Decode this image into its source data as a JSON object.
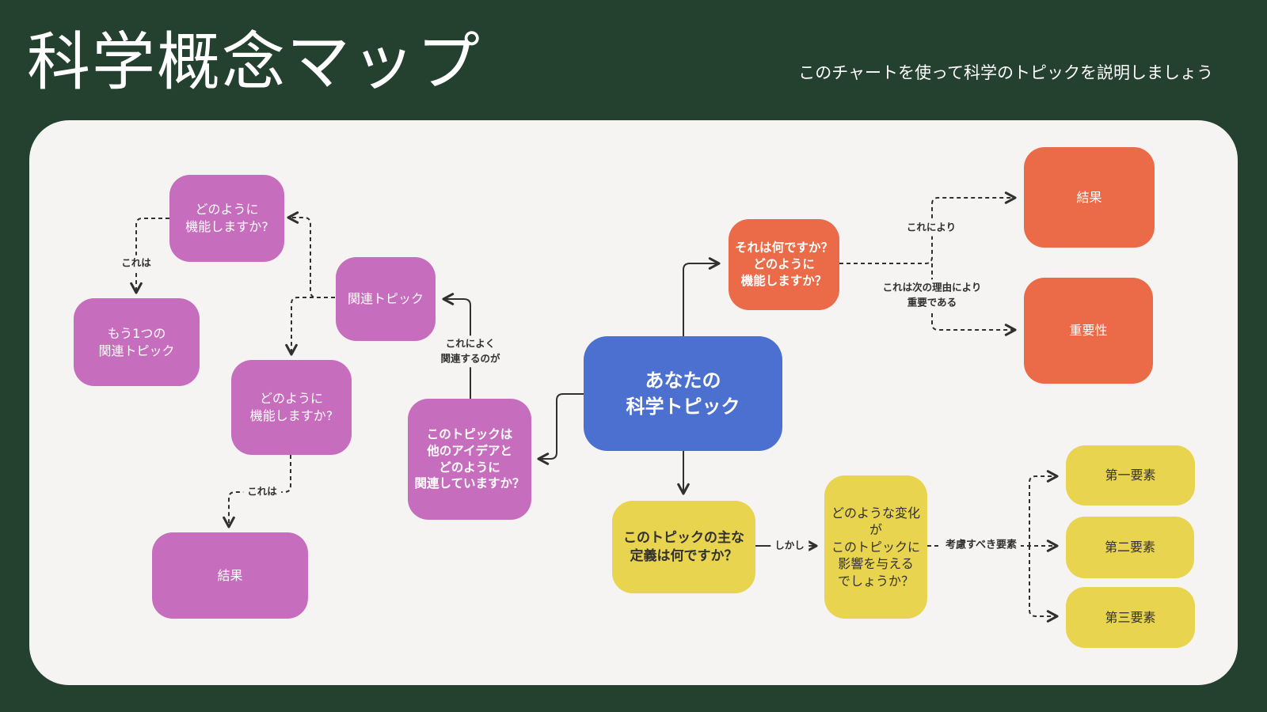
{
  "header": {
    "title": "科学概念マップ",
    "subtitle": "このチャートを使って科学のトピックを説明しましょう"
  },
  "colors": {
    "bg-green": "#24402F",
    "canvas": "#F5F4F2",
    "purple": "#C76DBE",
    "blue": "#4C70D0",
    "orange": "#EB6A47",
    "yellow": "#E8D44F",
    "line": "#303030",
    "text-light": "#FFFFFF",
    "text-dark": "#33312E"
  },
  "nodes": {
    "main": {
      "label": "あなたの\n科学トピック",
      "color": "blue"
    },
    "what": {
      "label": "それは何ですか？\nどのように\n機能しますか？",
      "color": "orange"
    },
    "result_orange": {
      "label": "結果",
      "color": "orange"
    },
    "importance": {
      "label": "重要性",
      "color": "orange"
    },
    "definition": {
      "label": "このトピックの主な\n定義は何ですか？",
      "color": "yellow"
    },
    "changes": {
      "label": "どのような変化が\nこのトピックに\n影響を与える\nでしょうか？",
      "color": "yellow"
    },
    "factor1": {
      "label": "第一要素",
      "color": "yellow"
    },
    "factor2": {
      "label": "第二要素",
      "color": "yellow"
    },
    "factor3": {
      "label": "第三要素",
      "color": "yellow"
    },
    "relate_q": {
      "label": "このトピックは\n他のアイデアと\nどのように\n関連していますか？",
      "color": "purple"
    },
    "related_topic": {
      "label": "関連トピック",
      "color": "purple"
    },
    "how_top": {
      "label": "どのように\n機能しますか?",
      "color": "purple"
    },
    "how_bottom": {
      "label": "どのように\n機能しますか?",
      "color": "purple"
    },
    "another_topic": {
      "label": "もう1つの\n関連トピック",
      "color": "purple"
    },
    "outcome_purple": {
      "label": "結果",
      "color": "purple"
    }
  },
  "edge_labels": {
    "kore_wa_top": "これは",
    "kore_ni_yoku": "これによく\n関連するのが",
    "kore_wa_bottom": "これは",
    "kore_ni_yori": "これにより",
    "juyou_riyuu": "これは次の理由により\n重要である",
    "shikashi": "しかし",
    "kouryo": "考慮すべき要素"
  }
}
